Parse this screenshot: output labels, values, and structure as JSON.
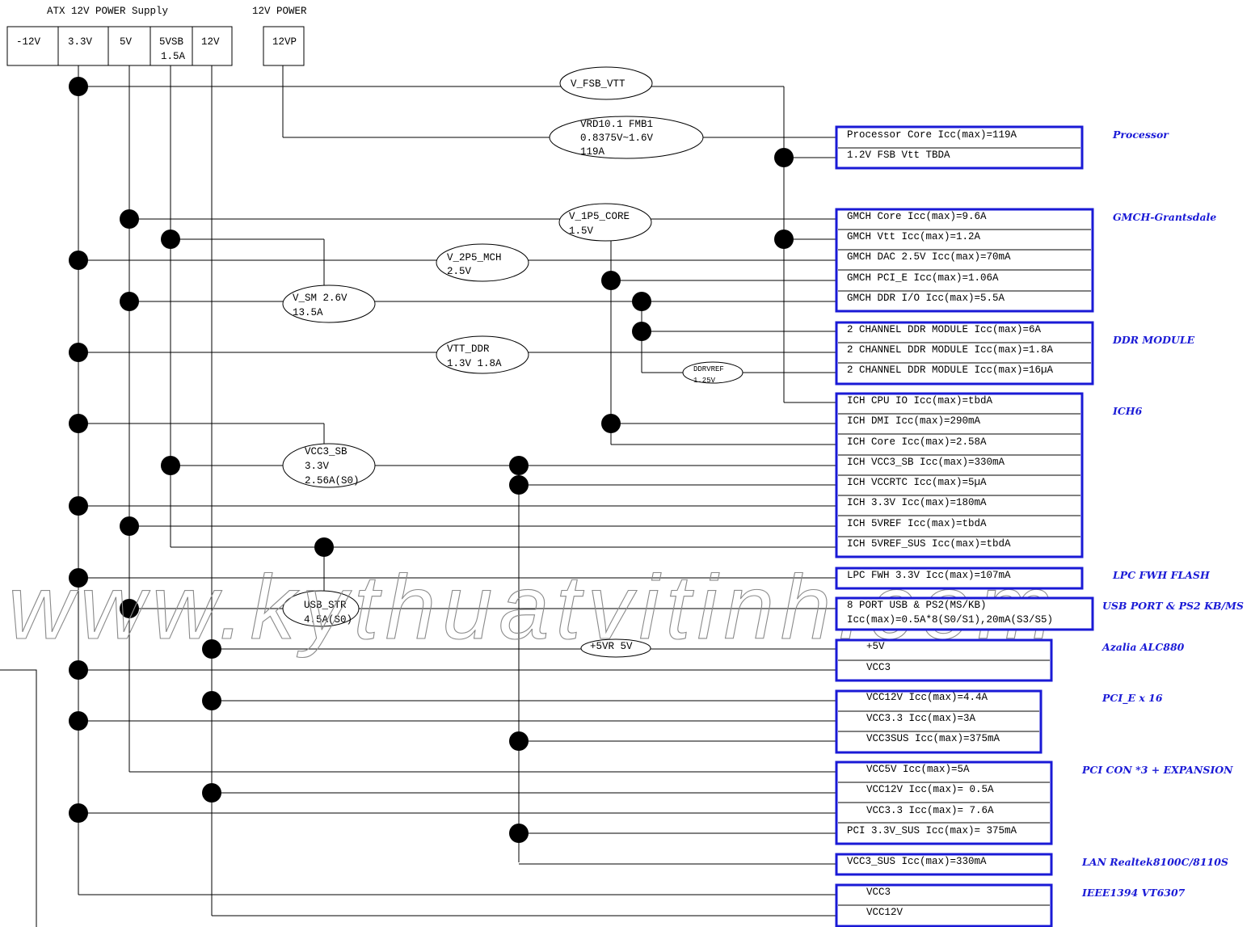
{
  "header": {
    "atx_title": "ATX 12V POWER Supply",
    "power_title": "12V POWER"
  },
  "supply_columns": [
    "-12V",
    "3.3V",
    "5V",
    "5VSB",
    "12V"
  ],
  "supply_5vsb_current": "1.5A",
  "power_column": "12VP",
  "regulators": {
    "v_fsb_vtt": [
      "V_FSB_VTT"
    ],
    "vrd": [
      "VRD10.1 FMB1",
      "0.8375V~1.6V",
      "119A"
    ],
    "v_1p5_core": [
      "V_1P5_CORE",
      "1.5V"
    ],
    "v_2p5_mch": [
      "V_2P5_MCH",
      "2.5V"
    ],
    "v_sm": [
      "V_SM 2.6V",
      "13.5A"
    ],
    "vtt_ddr": [
      "VTT_DDR",
      "1.3V 1.8A"
    ],
    "ddrvref": [
      "DDRVREF",
      "1.25V"
    ],
    "vcc3_sb": [
      "VCC3_SB",
      "3.3V",
      "2.56A(S0)"
    ],
    "usb_str": [
      "USB_STR",
      "4.5A(S0)"
    ],
    "p5vr": [
      "+5VR 5V"
    ]
  },
  "blocks": {
    "processor": {
      "label": "Processor",
      "rows": [
        "Processor Core Icc(max)=119A",
        "1.2V FSB Vtt TBDA"
      ]
    },
    "gmch": {
      "label": "GMCH-Grantsdale",
      "rows": [
        "GMCH Core Icc(max)=9.6A",
        "GMCH Vtt Icc(max)=1.2A",
        "GMCH DAC 2.5V Icc(max)=70mA",
        "GMCH PCI_E Icc(max)=1.06A",
        "GMCH DDR I/O Icc(max)=5.5A"
      ]
    },
    "ddr": {
      "label": "DDR MODULE",
      "rows": [
        "2 CHANNEL DDR MODULE Icc(max)=6A",
        "2 CHANNEL DDR MODULE Icc(max)=1.8A",
        "2 CHANNEL DDR MODULE Icc(max)=16µA"
      ]
    },
    "ich6": {
      "label": "ICH6",
      "rows": [
        "ICH CPU IO Icc(max)=tbdA",
        "ICH DMI Icc(max)=290mA",
        "ICH Core Icc(max)=2.58A",
        "ICH VCC3_SB Icc(max)=330mA",
        "ICH VCCRTC Icc(max)=5µA",
        "ICH 3.3V Icc(max)=180mA",
        "ICH 5VREF Icc(max)=tbdA",
        "ICH 5VREF_SUS Icc(max)=tbdA"
      ]
    },
    "lpc": {
      "label": "LPC FWH FLASH",
      "rows": [
        "LPC FWH 3.3V Icc(max)=107mA"
      ]
    },
    "usb": {
      "label": "USB PORT & PS2 KB/MS",
      "rows": [
        "8 PORT USB & PS2(MS/KB)",
        "Icc(max)=0.5A*8(S0/S1),20mA(S3/S5)"
      ]
    },
    "azalia": {
      "label": "Azalia ALC880",
      "rows": [
        "+5V",
        "VCC3"
      ]
    },
    "pcie": {
      "label": "PCI_E x 16",
      "rows": [
        "VCC12V Icc(max)=4.4A",
        "VCC3.3 Icc(max)=3A",
        "VCC3SUS Icc(max)=375mA"
      ]
    },
    "pci": {
      "label": "PCI CON *3 + EXPANSION",
      "rows": [
        "VCC5V Icc(max)=5A",
        "VCC12V Icc(max)= 0.5A",
        "VCC3.3 Icc(max)= 7.6A",
        "PCI 3.3V_SUS Icc(max)= 375mA"
      ]
    },
    "lan": {
      "label": "LAN Realtek8100C/8110S",
      "rows": [
        "VCC3_SUS Icc(max)=330mA"
      ]
    },
    "ieee": {
      "label": "IEEE1394 VT6307",
      "rows": [
        "VCC3",
        "VCC12V"
      ]
    }
  },
  "watermark": "www.kythuatvitinh.com",
  "colors": {
    "box_border": "#1a1ad6",
    "label": "#1a1ad6",
    "line": "#000000"
  }
}
